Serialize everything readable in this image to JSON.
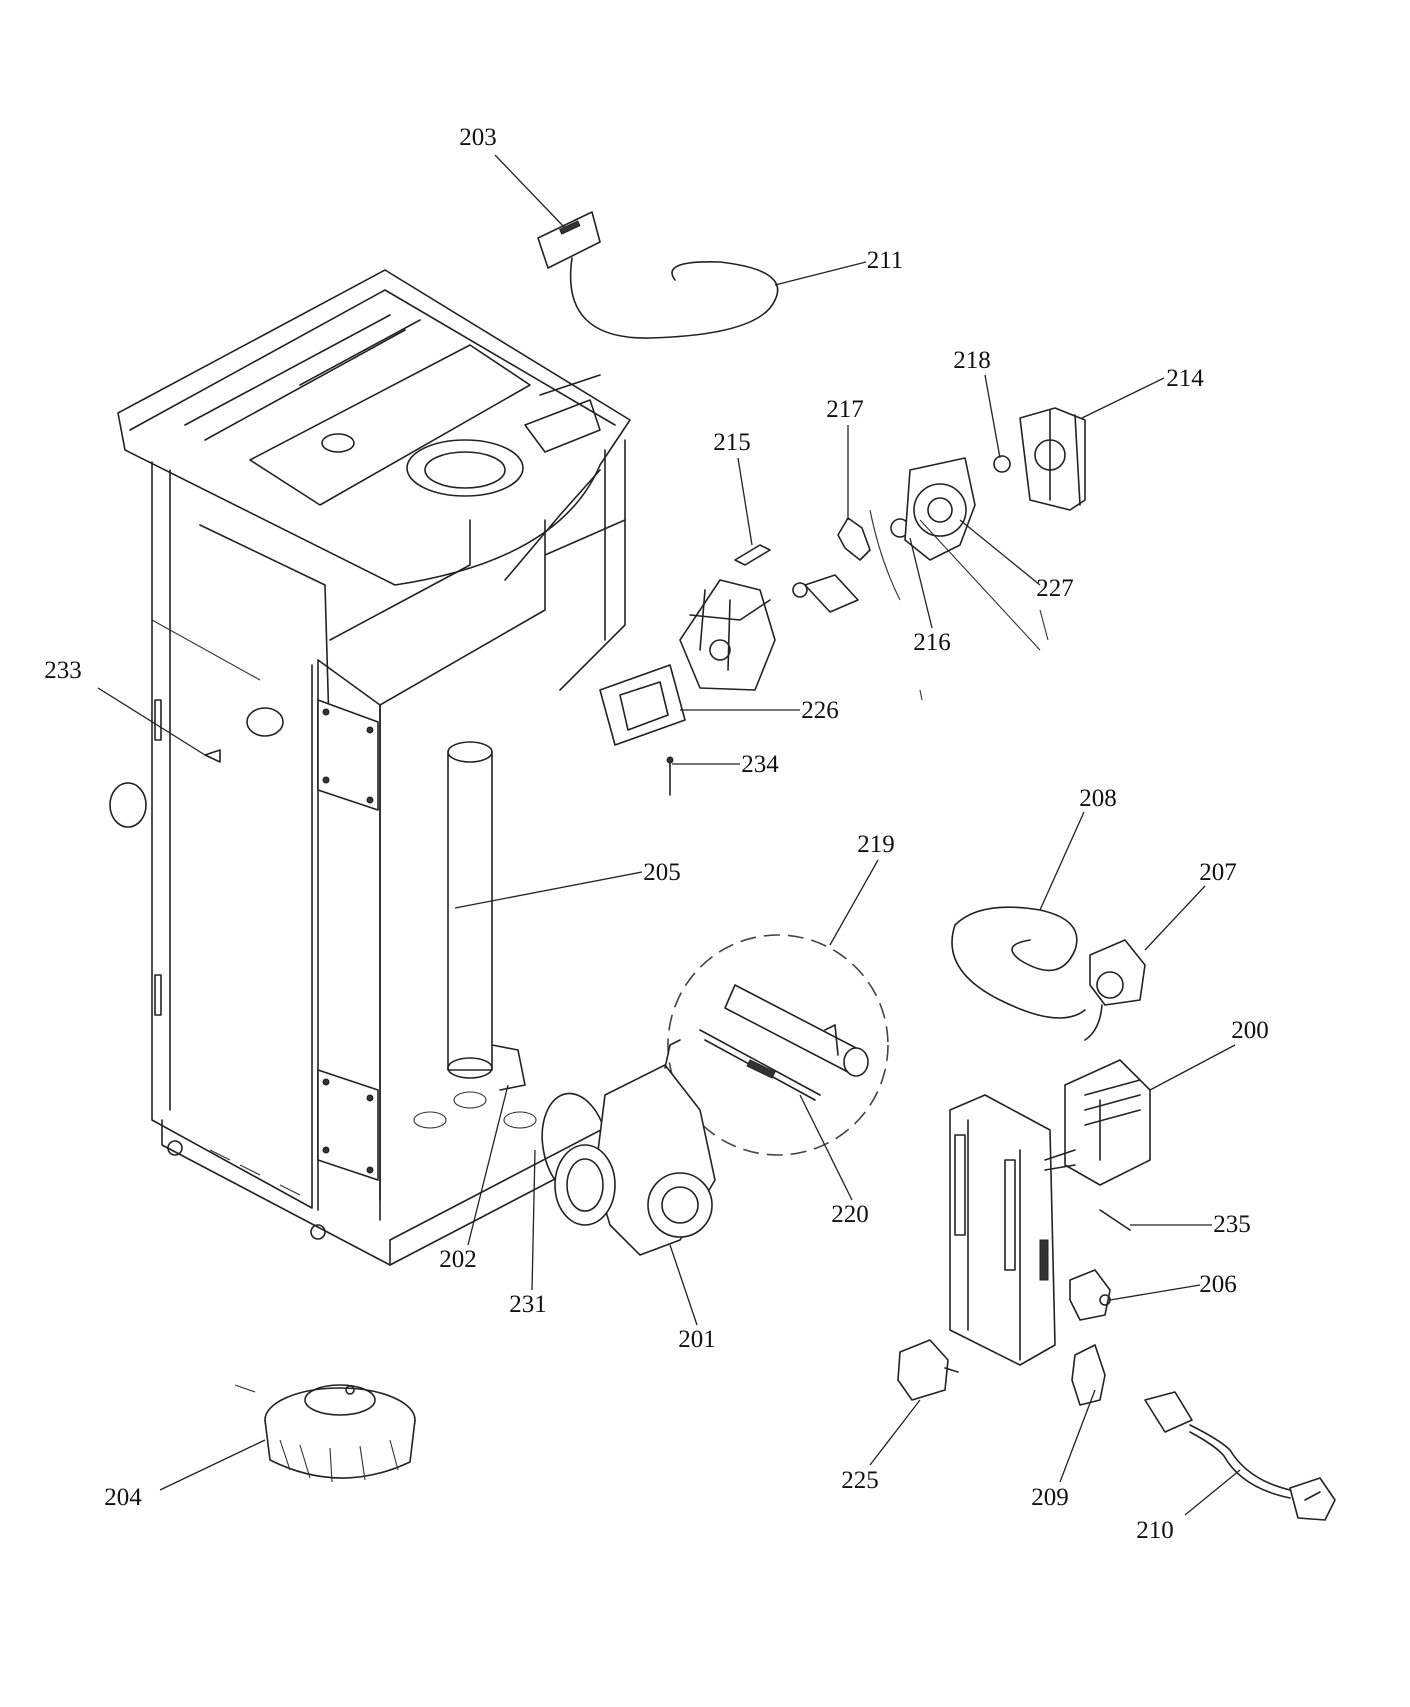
{
  "callouts": [
    {
      "id": "203",
      "label": "203"
    },
    {
      "id": "211",
      "label": "211"
    },
    {
      "id": "218",
      "label": "218"
    },
    {
      "id": "214",
      "label": "214"
    },
    {
      "id": "217",
      "label": "217"
    },
    {
      "id": "215",
      "label": "215"
    },
    {
      "id": "227",
      "label": "227"
    },
    {
      "id": "216",
      "label": "216"
    },
    {
      "id": "233",
      "label": "233"
    },
    {
      "id": "226",
      "label": "226"
    },
    {
      "id": "234",
      "label": "234"
    },
    {
      "id": "208",
      "label": "208"
    },
    {
      "id": "219",
      "label": "219"
    },
    {
      "id": "205",
      "label": "205"
    },
    {
      "id": "207",
      "label": "207"
    },
    {
      "id": "200",
      "label": "200"
    },
    {
      "id": "220",
      "label": "220"
    },
    {
      "id": "235",
      "label": "235"
    },
    {
      "id": "202",
      "label": "202"
    },
    {
      "id": "206",
      "label": "206"
    },
    {
      "id": "231",
      "label": "231"
    },
    {
      "id": "201",
      "label": "201"
    },
    {
      "id": "225",
      "label": "225"
    },
    {
      "id": "209",
      "label": "209"
    },
    {
      "id": "204",
      "label": "204"
    },
    {
      "id": "210",
      "label": "210"
    }
  ]
}
